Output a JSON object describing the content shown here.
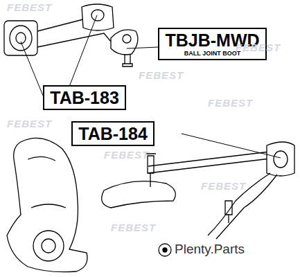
{
  "diagram": {
    "nodes": [
      {
        "text": [
          "TBJB-MWD",
          "BALL JOINT BOOT"
        ]
      },
      {
        "text": [
          "TAB-183"
        ]
      },
      {
        "text": [
          "TAB-184"
        ]
      }
    ],
    "labels": [
      "FEBEST",
      "FEBEST",
      "FEBEST",
      "FEBEST",
      "FEBEST",
      "FEBEST",
      "FEBEST",
      "FEBEST",
      "Plenty.Parts"
    ]
  }
}
